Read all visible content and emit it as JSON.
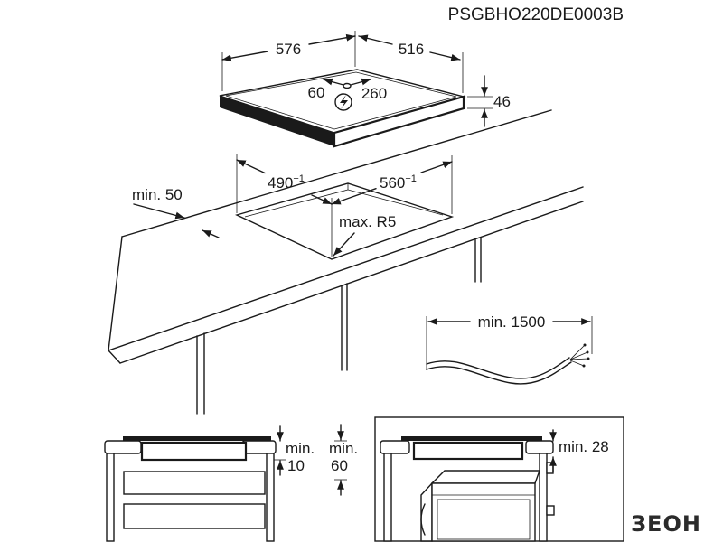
{
  "drawing_code": "PSGBHO220DE0003B",
  "hob": {
    "width": "576",
    "depth": "516",
    "connection_left": "60",
    "connection_right": "260",
    "height": "46",
    "connection_icon": "electric-connection-icon"
  },
  "cutout": {
    "left_dim": "490",
    "left_tol": "+1",
    "right_dim": "560",
    "right_tol": "+1",
    "corner_radius": "max. R5",
    "rear_clearance": "min. 50"
  },
  "cable": {
    "length": "min. 1500"
  },
  "section_left": {
    "clearance_a_label": "min.",
    "clearance_a": "10",
    "clearance_b_label": "min.",
    "clearance_b": "60"
  },
  "section_right": {
    "clearance": "min. 28"
  },
  "logo": {
    "text": "ЗЕОН"
  },
  "colors": {
    "line": "#1a1a1a",
    "background": "#ffffff"
  }
}
